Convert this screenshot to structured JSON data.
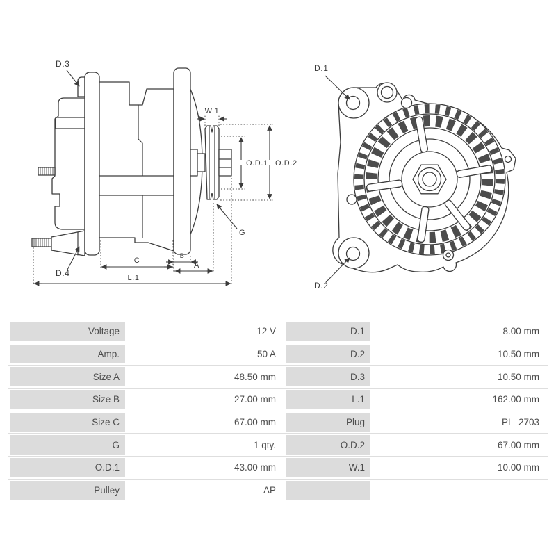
{
  "diagram": {
    "colors": {
      "line": "#3c3c3c"
    },
    "side": {
      "d3": "D.3",
      "d4": "D.4",
      "w1": "W.1",
      "od1": "O.D.1",
      "od2": "O.D.2",
      "g": "G",
      "c": "C",
      "b": "B",
      "a": "A",
      "l1": "L.1"
    },
    "front": {
      "d1": "D.1",
      "d2": "D.2"
    }
  },
  "table": {
    "colors": {
      "label_bg": "#dcdcdc",
      "border": "#c6c6c6",
      "text": "#4d4d4d"
    },
    "rows": [
      {
        "c0": "Voltage",
        "c1": "12 V",
        "c2": "D.1",
        "c3": "8.00 mm"
      },
      {
        "c0": "Amp.",
        "c1": "50 A",
        "c2": "D.2",
        "c3": "10.50 mm"
      },
      {
        "c0": "Size A",
        "c1": "48.50 mm",
        "c2": "D.3",
        "c3": "10.50 mm"
      },
      {
        "c0": "Size B",
        "c1": "27.00 mm",
        "c2": "L.1",
        "c3": "162.00 mm"
      },
      {
        "c0": "Size C",
        "c1": "67.00 mm",
        "c2": "Plug",
        "c3": "PL_2703"
      },
      {
        "c0": "G",
        "c1": "1 qty.",
        "c2": "O.D.2",
        "c3": "67.00 mm"
      },
      {
        "c0": "O.D.1",
        "c1": "43.00 mm",
        "c2": "W.1",
        "c3": "10.00 mm"
      },
      {
        "c0": "Pulley",
        "c1": "AP",
        "c2": "",
        "c3": ""
      }
    ]
  }
}
